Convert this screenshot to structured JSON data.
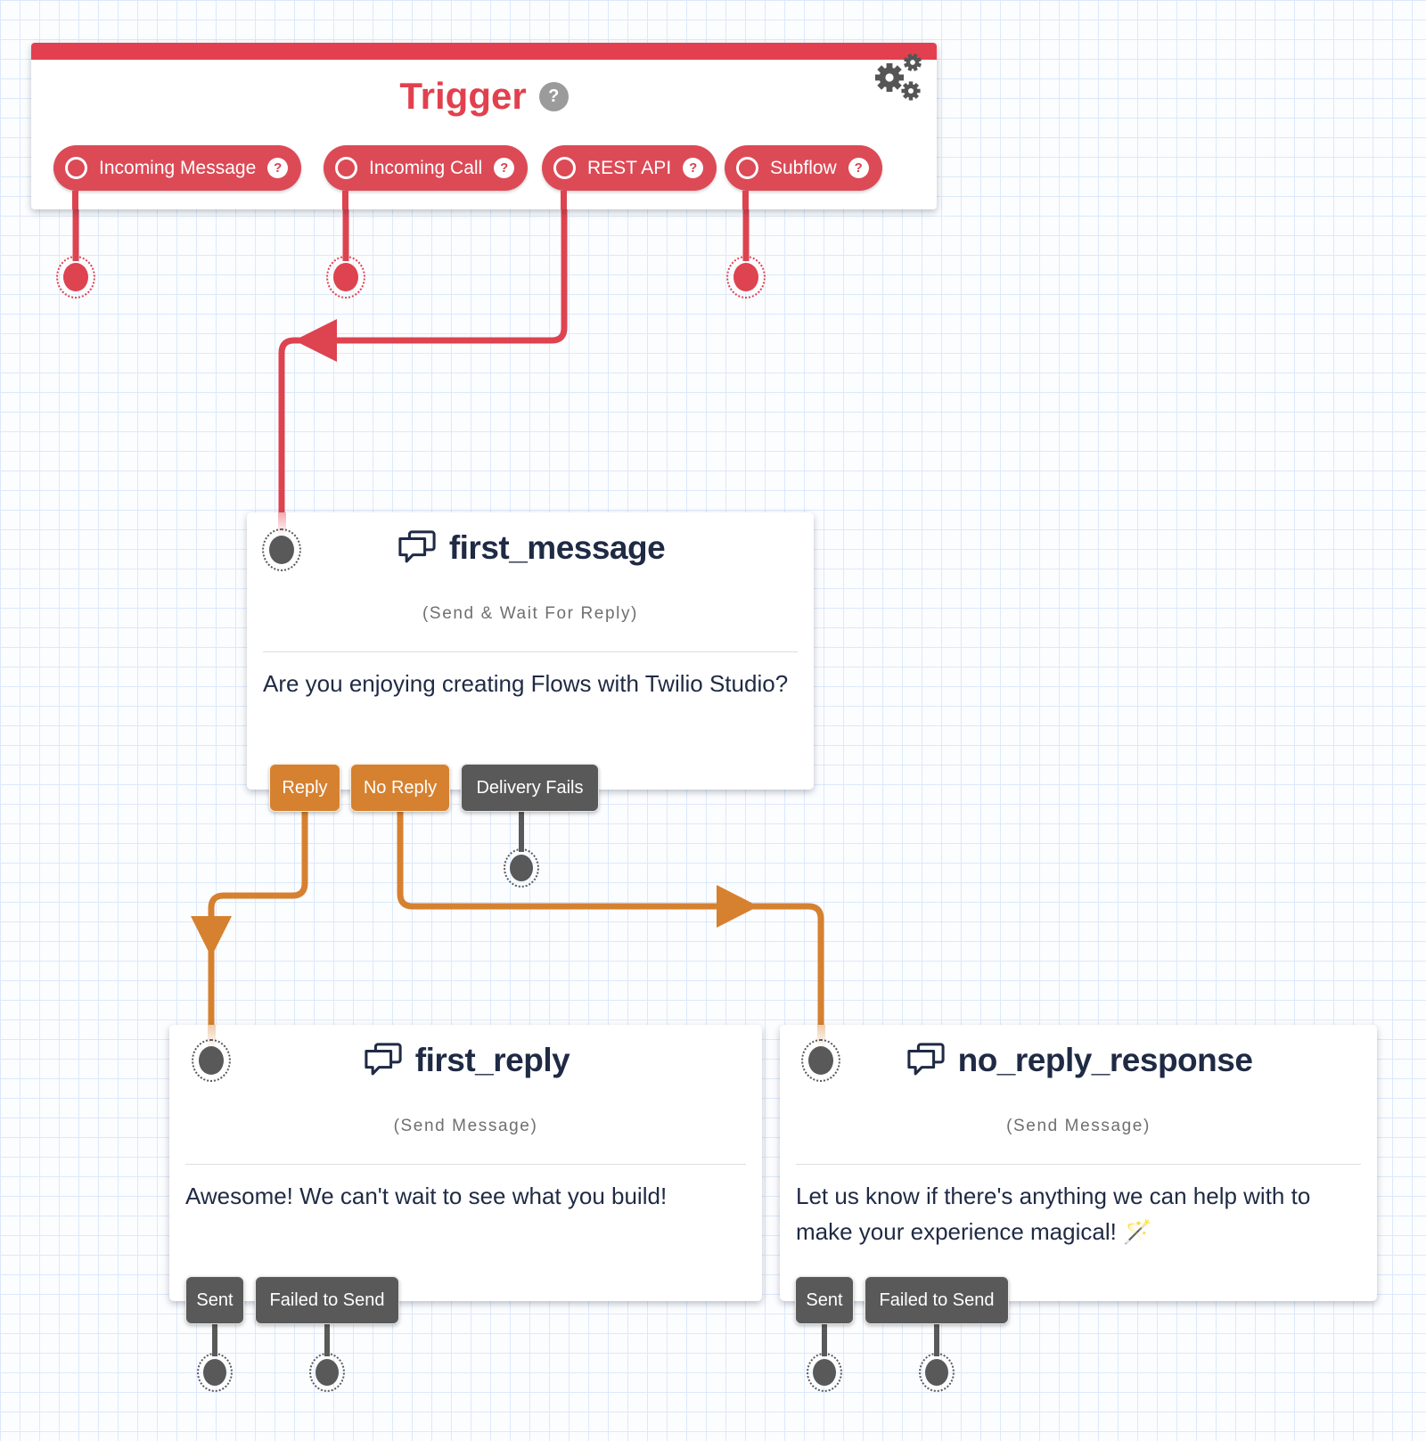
{
  "colors": {
    "red": "#DE4350",
    "red_bright": "#E2404E",
    "orange": "#D6812F",
    "dark_gray": "#595959",
    "navy": "#1F2A44",
    "muted_gray": "#6F6F6F",
    "grid_line": "#DCE9FB"
  },
  "trigger": {
    "title": "Trigger",
    "help_glyph": "?",
    "gear_icon": "settings-gears",
    "pills": [
      {
        "label": "Incoming Message",
        "help_glyph": "?"
      },
      {
        "label": "Incoming Call",
        "help_glyph": "?"
      },
      {
        "label": "REST API",
        "help_glyph": "?"
      },
      {
        "label": "Subflow",
        "help_glyph": "?"
      }
    ]
  },
  "widgets": [
    {
      "title": "first_message",
      "type_label": "(Send & Wait For Reply)",
      "body": "Are you enjoying creating Flows with Twilio Studio?",
      "icon": "chat-bubbles",
      "transitions": [
        {
          "label": "Reply",
          "kind": "warning"
        },
        {
          "label": "No Reply",
          "kind": "warning"
        },
        {
          "label": "Delivery Fails",
          "kind": "neutral"
        }
      ]
    },
    {
      "title": "first_reply",
      "type_label": "(Send Message)",
      "body": "Awesome! We can't wait to see what you build!",
      "icon": "chat-bubbles",
      "transitions": [
        {
          "label": "Sent",
          "kind": "neutral"
        },
        {
          "label": "Failed to Send",
          "kind": "neutral"
        }
      ]
    },
    {
      "title": "no_reply_response",
      "type_label": "(Send Message)",
      "body": "Let us know if there's anything we can help with to make your experience magical! 🪄",
      "icon": "chat-bubbles",
      "transitions": [
        {
          "label": "Sent",
          "kind": "neutral"
        },
        {
          "label": "Failed to Send",
          "kind": "neutral"
        }
      ]
    }
  ]
}
